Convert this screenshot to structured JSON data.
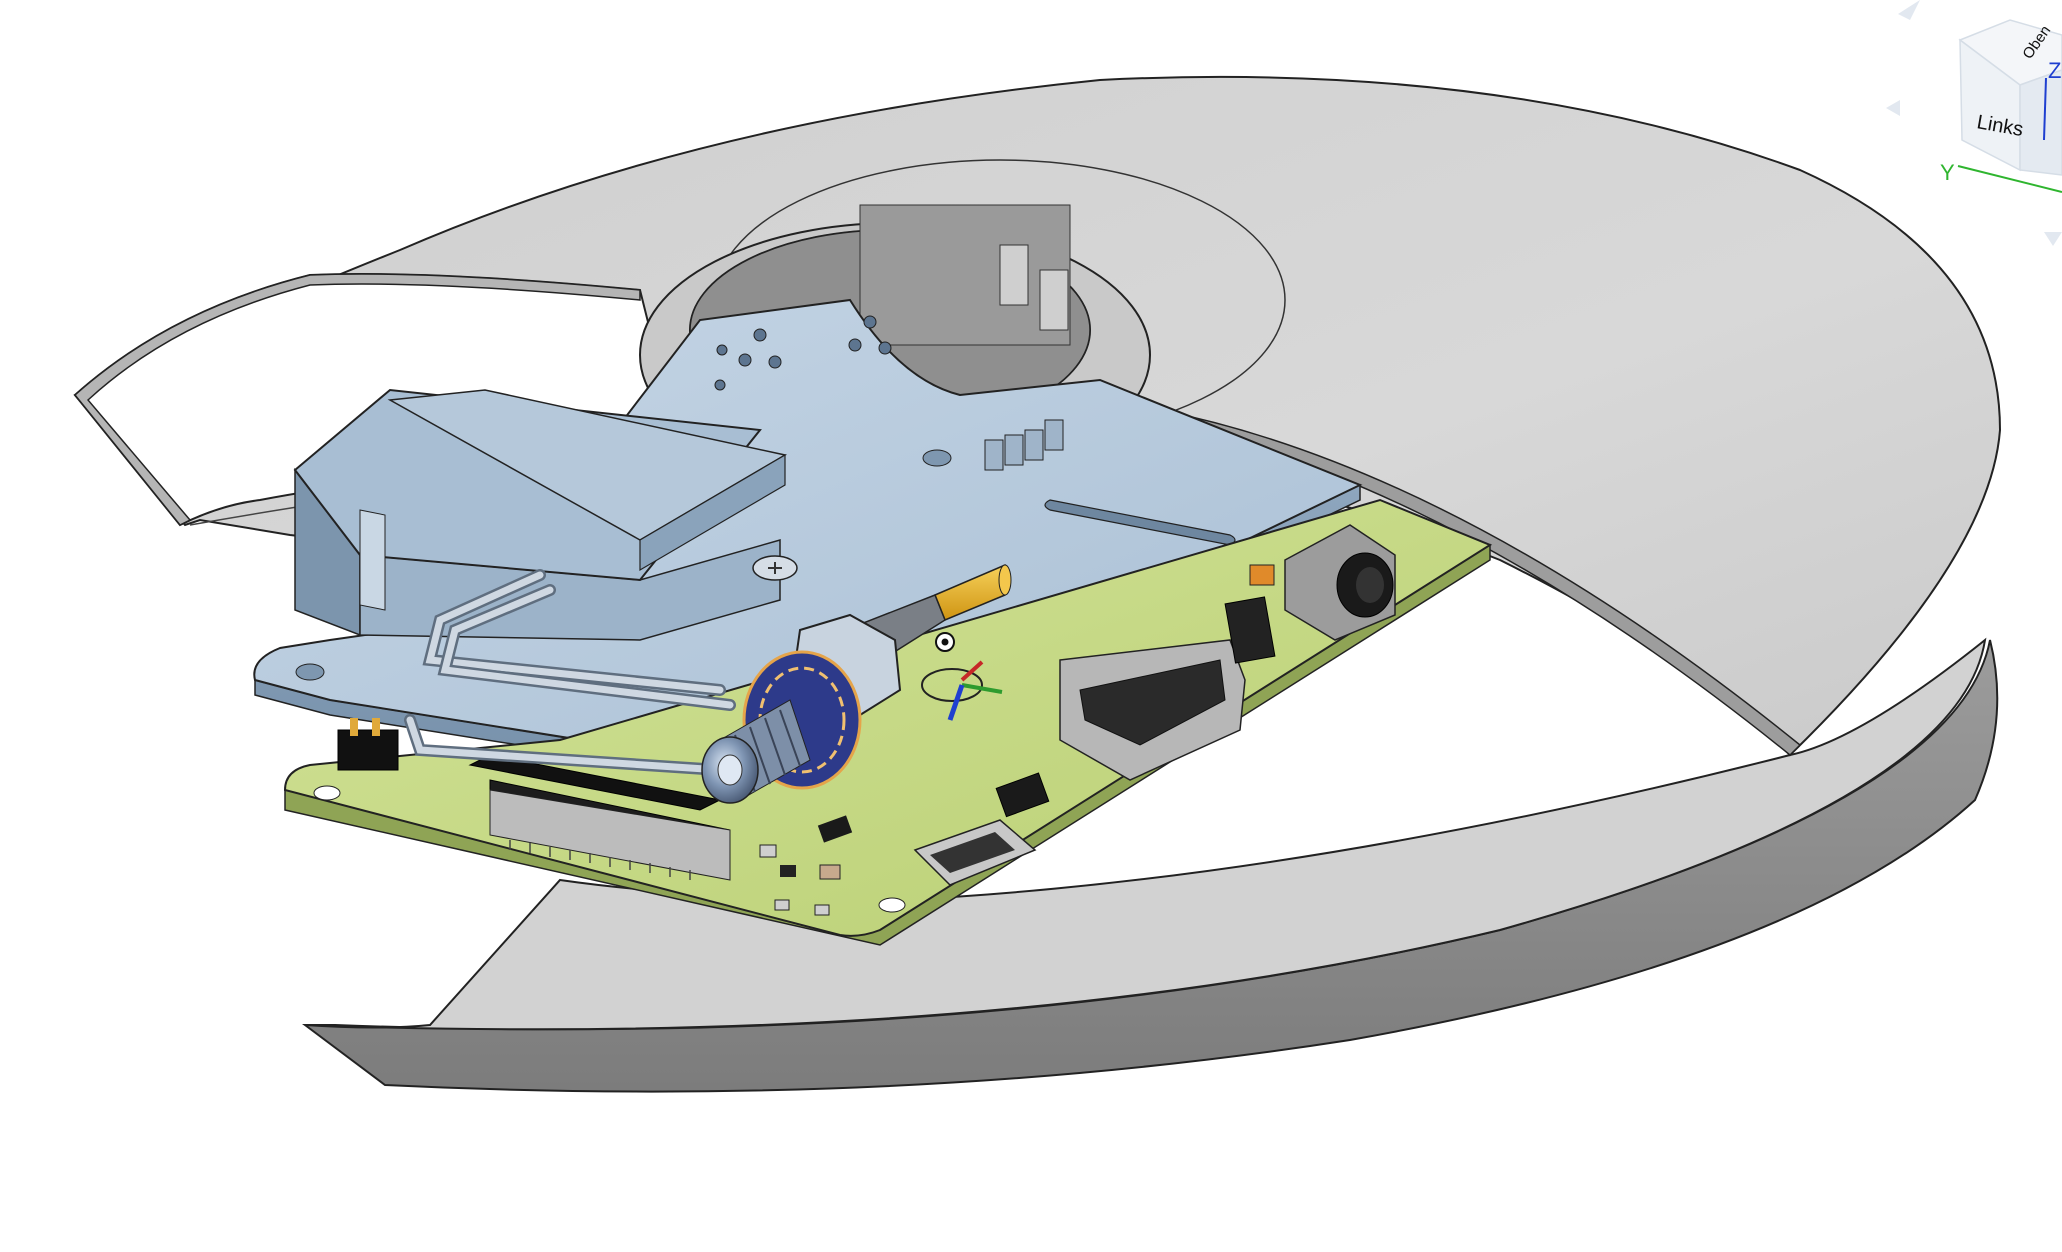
{
  "viewcube": {
    "face_top": "Oben",
    "face_left": "Links",
    "axis_z": "Z",
    "axis_y": "Y",
    "axis_z_color": "#1f3fd0",
    "axis_y_color": "#2fb52f"
  },
  "colors": {
    "background": "#ffffff",
    "disc_light": "#d9d9d9",
    "disc_dark": "#8f8f8f",
    "bracket_blue": "#b9cde0",
    "bracket_blue_dark": "#8fa9c2",
    "pcb_green": "#c9dc86",
    "gold": "#e8b224",
    "highlight_orange": "#e5a44a"
  },
  "icons": [
    "rotate-arrow-icon",
    "viewcube-icon",
    "mate-connector-icon",
    "triad-icon"
  ]
}
